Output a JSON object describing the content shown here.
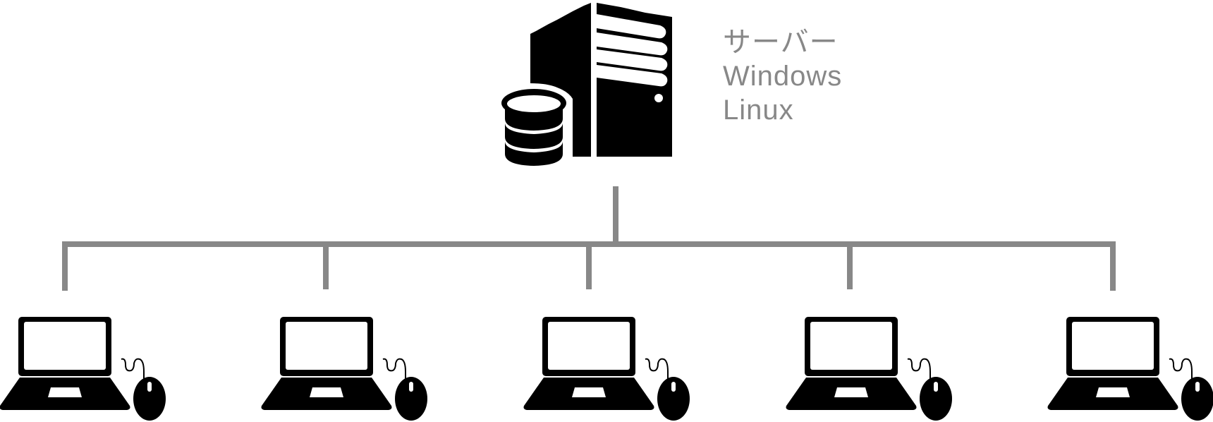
{
  "server": {
    "icon": "server-tower-with-database-icon",
    "labels": [
      "サーバー",
      "Windows",
      "Linux"
    ]
  },
  "clients": {
    "icon": "laptop-with-mouse-icon",
    "count": 5
  },
  "colors": {
    "icon": "#000000",
    "connector": "#888888",
    "label": "#888888",
    "background": "#ffffff"
  }
}
